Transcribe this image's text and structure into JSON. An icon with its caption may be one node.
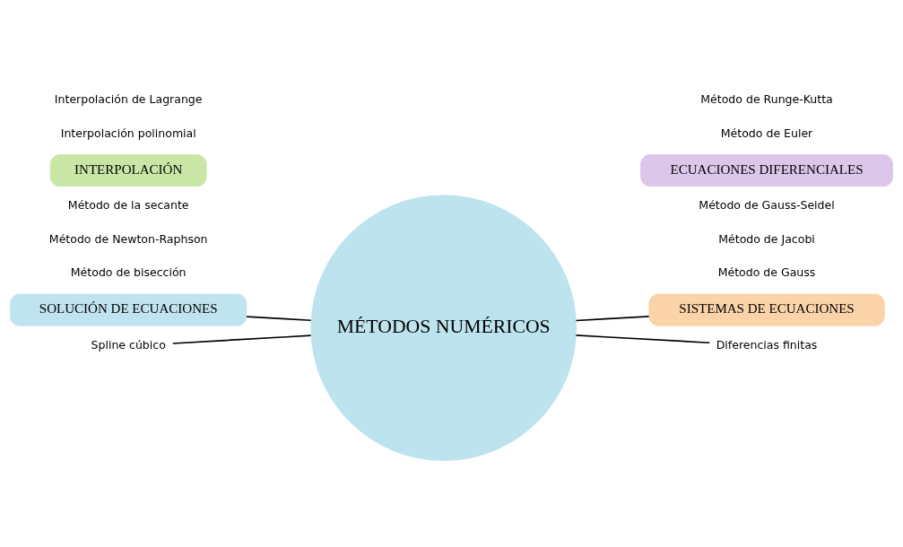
{
  "diagram": {
    "nodes": [
      {
        "text": [
          "MÉTODOS NUMÉRICOS"
        ]
      },
      {
        "text": [
          "SOLUCIÓN DE ECUACIONES"
        ]
      },
      {
        "text": [
          "SISTEMAS DE ECUACIONES"
        ]
      },
      {
        "text": [
          "INTERPOLACIÓN"
        ]
      },
      {
        "text": [
          "ECUACIONES DIFERENCIALES"
        ]
      },
      {
        "text": [
          "Spline cúbico"
        ]
      },
      {
        "text": [
          "Diferencias finitas"
        ]
      }
    ],
    "edges": [
      {
        "from": 1,
        "to": 0,
        "arrow": "none"
      },
      {
        "from": 0,
        "to": 2,
        "arrow": "none"
      },
      {
        "from": 5,
        "to": 0,
        "arrow": "none"
      },
      {
        "from": 0,
        "to": 6,
        "arrow": "none"
      }
    ],
    "labels": [
      "Método de bisección",
      "Método de Gauss",
      "Método de Newton-Raphson",
      "Método de Jacobi",
      "Método de la secante",
      "Método de Gauss-Seidel",
      "Interpolación polinomial",
      "Método de Euler",
      "Interpolación de Lagrange",
      "Método de Runge-Kutta"
    ]
  }
}
